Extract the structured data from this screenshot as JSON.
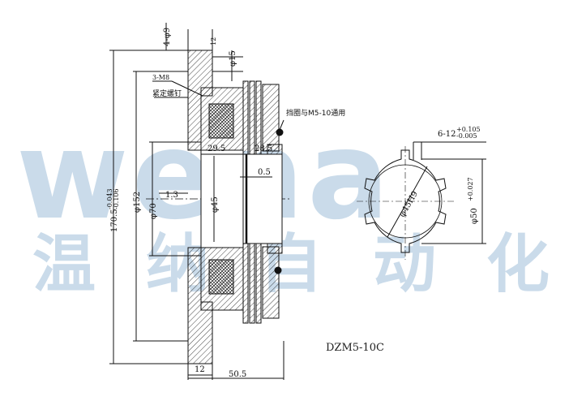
{
  "watermark": {
    "latin": "wena",
    "cn_chars": [
      "温",
      "纳",
      "自",
      "动",
      "化"
    ],
    "color": "#9fbfd9"
  },
  "model": "DZM5-10C",
  "labels": {
    "holes_4": "4-φ9",
    "dim_12_top": "12",
    "dim_15": "φ15",
    "holes_3": "3-M8",
    "set_screw": "紧定螺钉",
    "retaining_ring": "挡圈与M5-10通用",
    "dim_29_5": "29.5",
    "dim_28_5": "28.5",
    "dim_0_5": "0.5",
    "dim_1_3": "1.3",
    "dim_d45": "φ45",
    "dim_d70": "φ70",
    "dim_d152": "φ152",
    "dim_170_5": "170.5",
    "dim_170_5_tol_up": "-0.043",
    "dim_170_5_tol_dn": "-0.106",
    "dim_12_bottom": "12",
    "dim_50_5": "50.5",
    "spline": "6-12",
    "spline_tol_up": "+0.105",
    "spline_tol_dn": "-0.005",
    "dim_d45_h9": "φ45H9",
    "dim_d50": "φ50",
    "dim_d50_tol": "+0.027"
  }
}
